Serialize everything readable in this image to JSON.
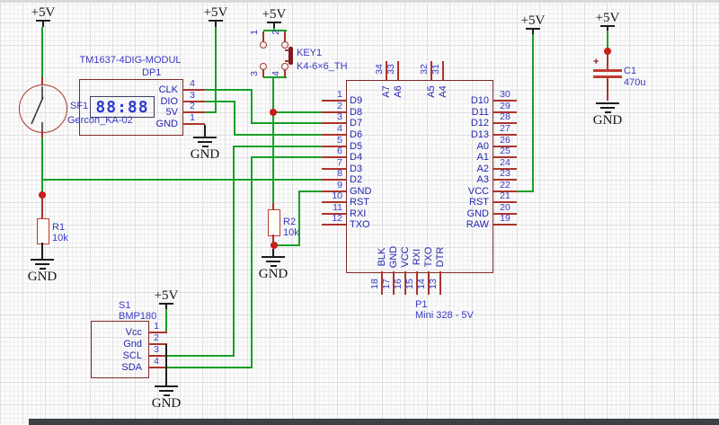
{
  "nets": {
    "vcc": "+5V",
    "gnd": "GND"
  },
  "display": {
    "ref": "DP1",
    "part": "TM1637-4DIG-MODUL",
    "screen": "88:88",
    "pins": [
      {
        "num": "4",
        "name": "CLK"
      },
      {
        "num": "3",
        "name": "DIO"
      },
      {
        "num": "2",
        "name": "5V"
      },
      {
        "num": "1",
        "name": "GND"
      }
    ]
  },
  "reed": {
    "ref": "SF1",
    "part": "Gercon_KA-02"
  },
  "key": {
    "ref": "KEY1",
    "part": "K4-6×6_TH",
    "pins": [
      "1",
      "2",
      "3",
      "4"
    ]
  },
  "r1": {
    "ref": "R1",
    "value": "10k"
  },
  "r2": {
    "ref": "R2",
    "value": "10k"
  },
  "c1": {
    "ref": "C1",
    "value": "470u",
    "polarity": "+"
  },
  "sensor": {
    "ref": "S1",
    "part": "BMP180",
    "pins": [
      {
        "num": "1",
        "name": "Vcc"
      },
      {
        "num": "2",
        "name": "Gnd"
      },
      {
        "num": "3",
        "name": "SCL"
      },
      {
        "num": "4",
        "name": "SDA"
      }
    ]
  },
  "mcu": {
    "ref": "P1",
    "part": "Mini 328 - 5V",
    "left_pins": [
      {
        "num": "1",
        "name": "D9"
      },
      {
        "num": "2",
        "name": "D8"
      },
      {
        "num": "3",
        "name": "D7"
      },
      {
        "num": "4",
        "name": "D6"
      },
      {
        "num": "5",
        "name": "D5"
      },
      {
        "num": "6",
        "name": "D4"
      },
      {
        "num": "7",
        "name": "D3"
      },
      {
        "num": "8",
        "name": "D2"
      },
      {
        "num": "9",
        "name": "GND"
      },
      {
        "num": "10",
        "name": "RST"
      },
      {
        "num": "11",
        "name": "RXI"
      },
      {
        "num": "12",
        "name": "TXO"
      }
    ],
    "right_pins": [
      {
        "num": "30",
        "name": "D10"
      },
      {
        "num": "29",
        "name": "D11"
      },
      {
        "num": "28",
        "name": "D12"
      },
      {
        "num": "27",
        "name": "D13"
      },
      {
        "num": "26",
        "name": "A0"
      },
      {
        "num": "25",
        "name": "A1"
      },
      {
        "num": "24",
        "name": "A2"
      },
      {
        "num": "23",
        "name": "A3"
      },
      {
        "num": "22",
        "name": "VCC"
      },
      {
        "num": "21",
        "name": "RST"
      },
      {
        "num": "20",
        "name": "GND"
      },
      {
        "num": "19",
        "name": "RAW"
      }
    ],
    "top_pins": [
      {
        "num": "34",
        "name": "A7"
      },
      {
        "num": "33",
        "name": "A6"
      },
      {
        "num": "32",
        "name": "A5"
      },
      {
        "num": "31",
        "name": "A4"
      }
    ],
    "bottom_pins": [
      {
        "num": "18",
        "name": "BLK"
      },
      {
        "num": "17",
        "name": "GND"
      },
      {
        "num": "16",
        "name": "VCC"
      },
      {
        "num": "15",
        "name": "RXI"
      },
      {
        "num": "14",
        "name": "TXO"
      },
      {
        "num": "13",
        "name": "DTR"
      }
    ]
  },
  "colors": {
    "wire": "#17a026",
    "outline": "#7d2a26",
    "label": "#3838c4",
    "dot": "#cc1a1a"
  }
}
